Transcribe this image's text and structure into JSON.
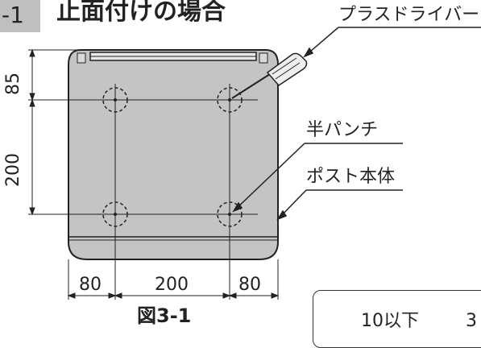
{
  "header": {
    "number": "-1",
    "title": "止面付けの場合"
  },
  "labels": {
    "screwdriver": "プラスドライバー",
    "half_punch": "半パンチ",
    "post_body": "ポスト本体"
  },
  "dimensions": {
    "top": "85",
    "middle_vertical": "200",
    "left_bottom": "80",
    "center_bottom": "200",
    "right_bottom": "80"
  },
  "caption": "図3-1",
  "table": {
    "cell_1": "10以下",
    "cell_2": "3"
  },
  "colors": {
    "body_fill": "#c4c4c4",
    "header_box": "#bfbfbf",
    "line": "#222222"
  }
}
